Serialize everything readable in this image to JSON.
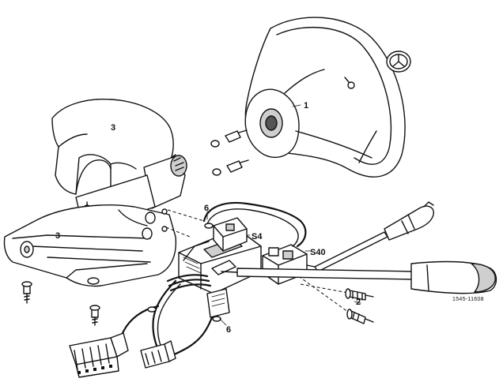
{
  "labels": {
    "steering_wheel": "1",
    "bolt": "2",
    "cover_upper": "3",
    "cover_lower": "3",
    "connector_top": "6",
    "connector_bottom": "6",
    "switch_s4": "S4",
    "switch_s40": "S40",
    "figure_code": "1545-11608"
  }
}
